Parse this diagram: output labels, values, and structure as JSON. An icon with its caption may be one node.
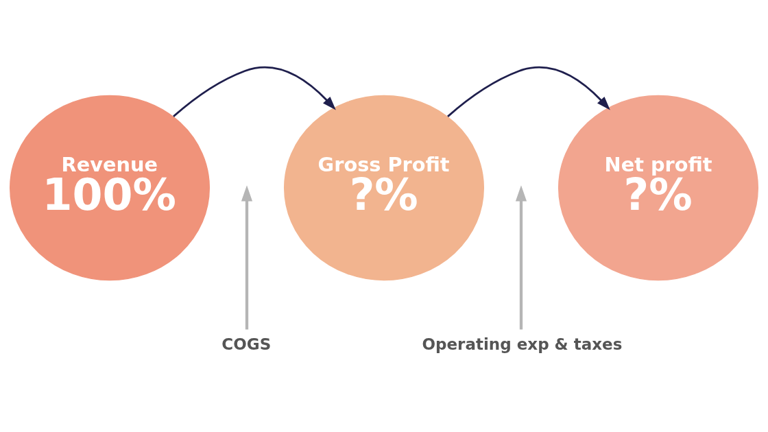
{
  "diagram": {
    "nodes": [
      {
        "text": [
          "Revenue",
          "100%"
        ]
      },
      {
        "text": [
          "Gross Profit",
          "?%"
        ]
      },
      {
        "text": [
          "Net profit",
          "?%"
        ]
      },
      {
        "text": [
          "COGS"
        ]
      },
      {
        "text": [
          "Operating exp & taxes"
        ]
      }
    ],
    "edges": [
      {
        "from": 0,
        "to": 1,
        "arrow": "to"
      },
      {
        "from": 1,
        "to": 2,
        "arrow": "to"
      },
      {
        "from": 3,
        "to": null,
        "arrow": "to",
        "color": "#b5b5b5"
      },
      {
        "from": 4,
        "to": null,
        "arrow": "to",
        "color": "#b5b5b5"
      }
    ]
  }
}
